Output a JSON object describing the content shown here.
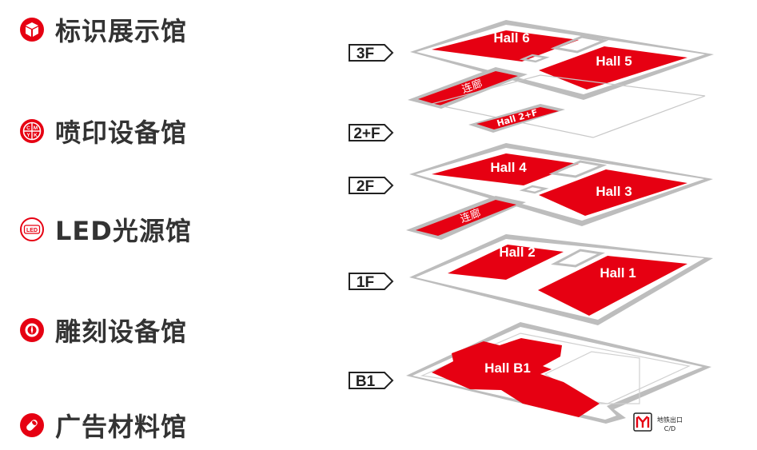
{
  "legend": [
    {
      "label": "标识展示馆",
      "icon": "cube-icon"
    },
    {
      "label": "喷印设备馆",
      "icon": "cmyk-icon"
    },
    {
      "label": "LED光源馆",
      "icon": "led-icon"
    },
    {
      "label": "雕刻设备馆",
      "icon": "engraving-blade-icon"
    },
    {
      "label": "广告材料馆",
      "icon": "material-roll-icon"
    }
  ],
  "cmyk_letters": [
    "C",
    "M",
    "Y",
    "K"
  ],
  "led_text": "LED",
  "floors": {
    "f3": {
      "tag": "3F",
      "hall_left": "Hall 6",
      "hall_right": "Hall 5",
      "corridor": "连廊"
    },
    "f2plus": {
      "tag": "2+F",
      "hall": "Hall 2+F"
    },
    "f2": {
      "tag": "2F",
      "hall_left": "Hall 4",
      "hall_right": "Hall 3",
      "corridor": "连廊"
    },
    "f1": {
      "tag": "1F",
      "hall_left": "Hall 2",
      "hall_right": "Hall 1"
    },
    "b1": {
      "tag": "B1",
      "hall": "Hall B1"
    }
  },
  "metro_exit": {
    "label": "地铁出口",
    "sub": "C/D",
    "icon": "metro-icon"
  },
  "colors": {
    "accent": "#e60012",
    "floor_outline": "#bdbdbd",
    "text": "#333333"
  }
}
